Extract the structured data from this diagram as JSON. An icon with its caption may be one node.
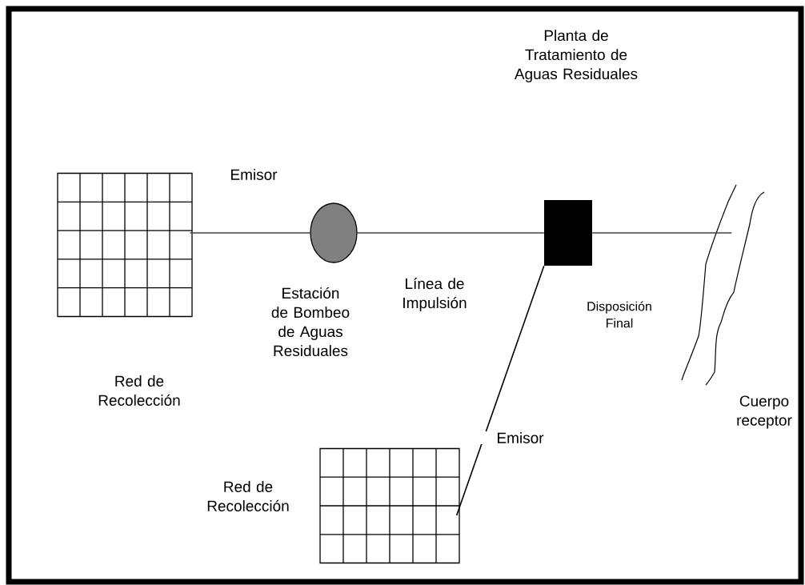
{
  "diagram": {
    "nodes": [
      {
        "text": [],
        "shape": "grid",
        "beside": [
          "Red de Recolección"
        ]
      },
      {
        "text": [],
        "shape": "circle",
        "beside": [
          "Estación de Bombeo de Aguas Residuales"
        ]
      },
      {
        "text": [],
        "shape": "box"
      },
      {
        "text": [],
        "shape": "river",
        "beside": [
          "Cuerpo receptor"
        ]
      },
      {
        "text": [],
        "shape": "grid",
        "beside": [
          "Red de Recolección"
        ]
      }
    ],
    "edges": [
      {
        "from": 0,
        "to": 1,
        "arrow": "none",
        "label": "Emisor"
      },
      {
        "from": 1,
        "to": 2,
        "arrow": "none",
        "label": "Línea de Impulsión"
      },
      {
        "from": 2,
        "to": 3,
        "arrow": "none"
      },
      {
        "from": 4,
        "to": 2,
        "arrow": "none",
        "label": "Emisor"
      }
    ],
    "labels": [
      "Planta de Tratamiento de Aguas Residuales",
      "Disposición Final"
    ]
  }
}
